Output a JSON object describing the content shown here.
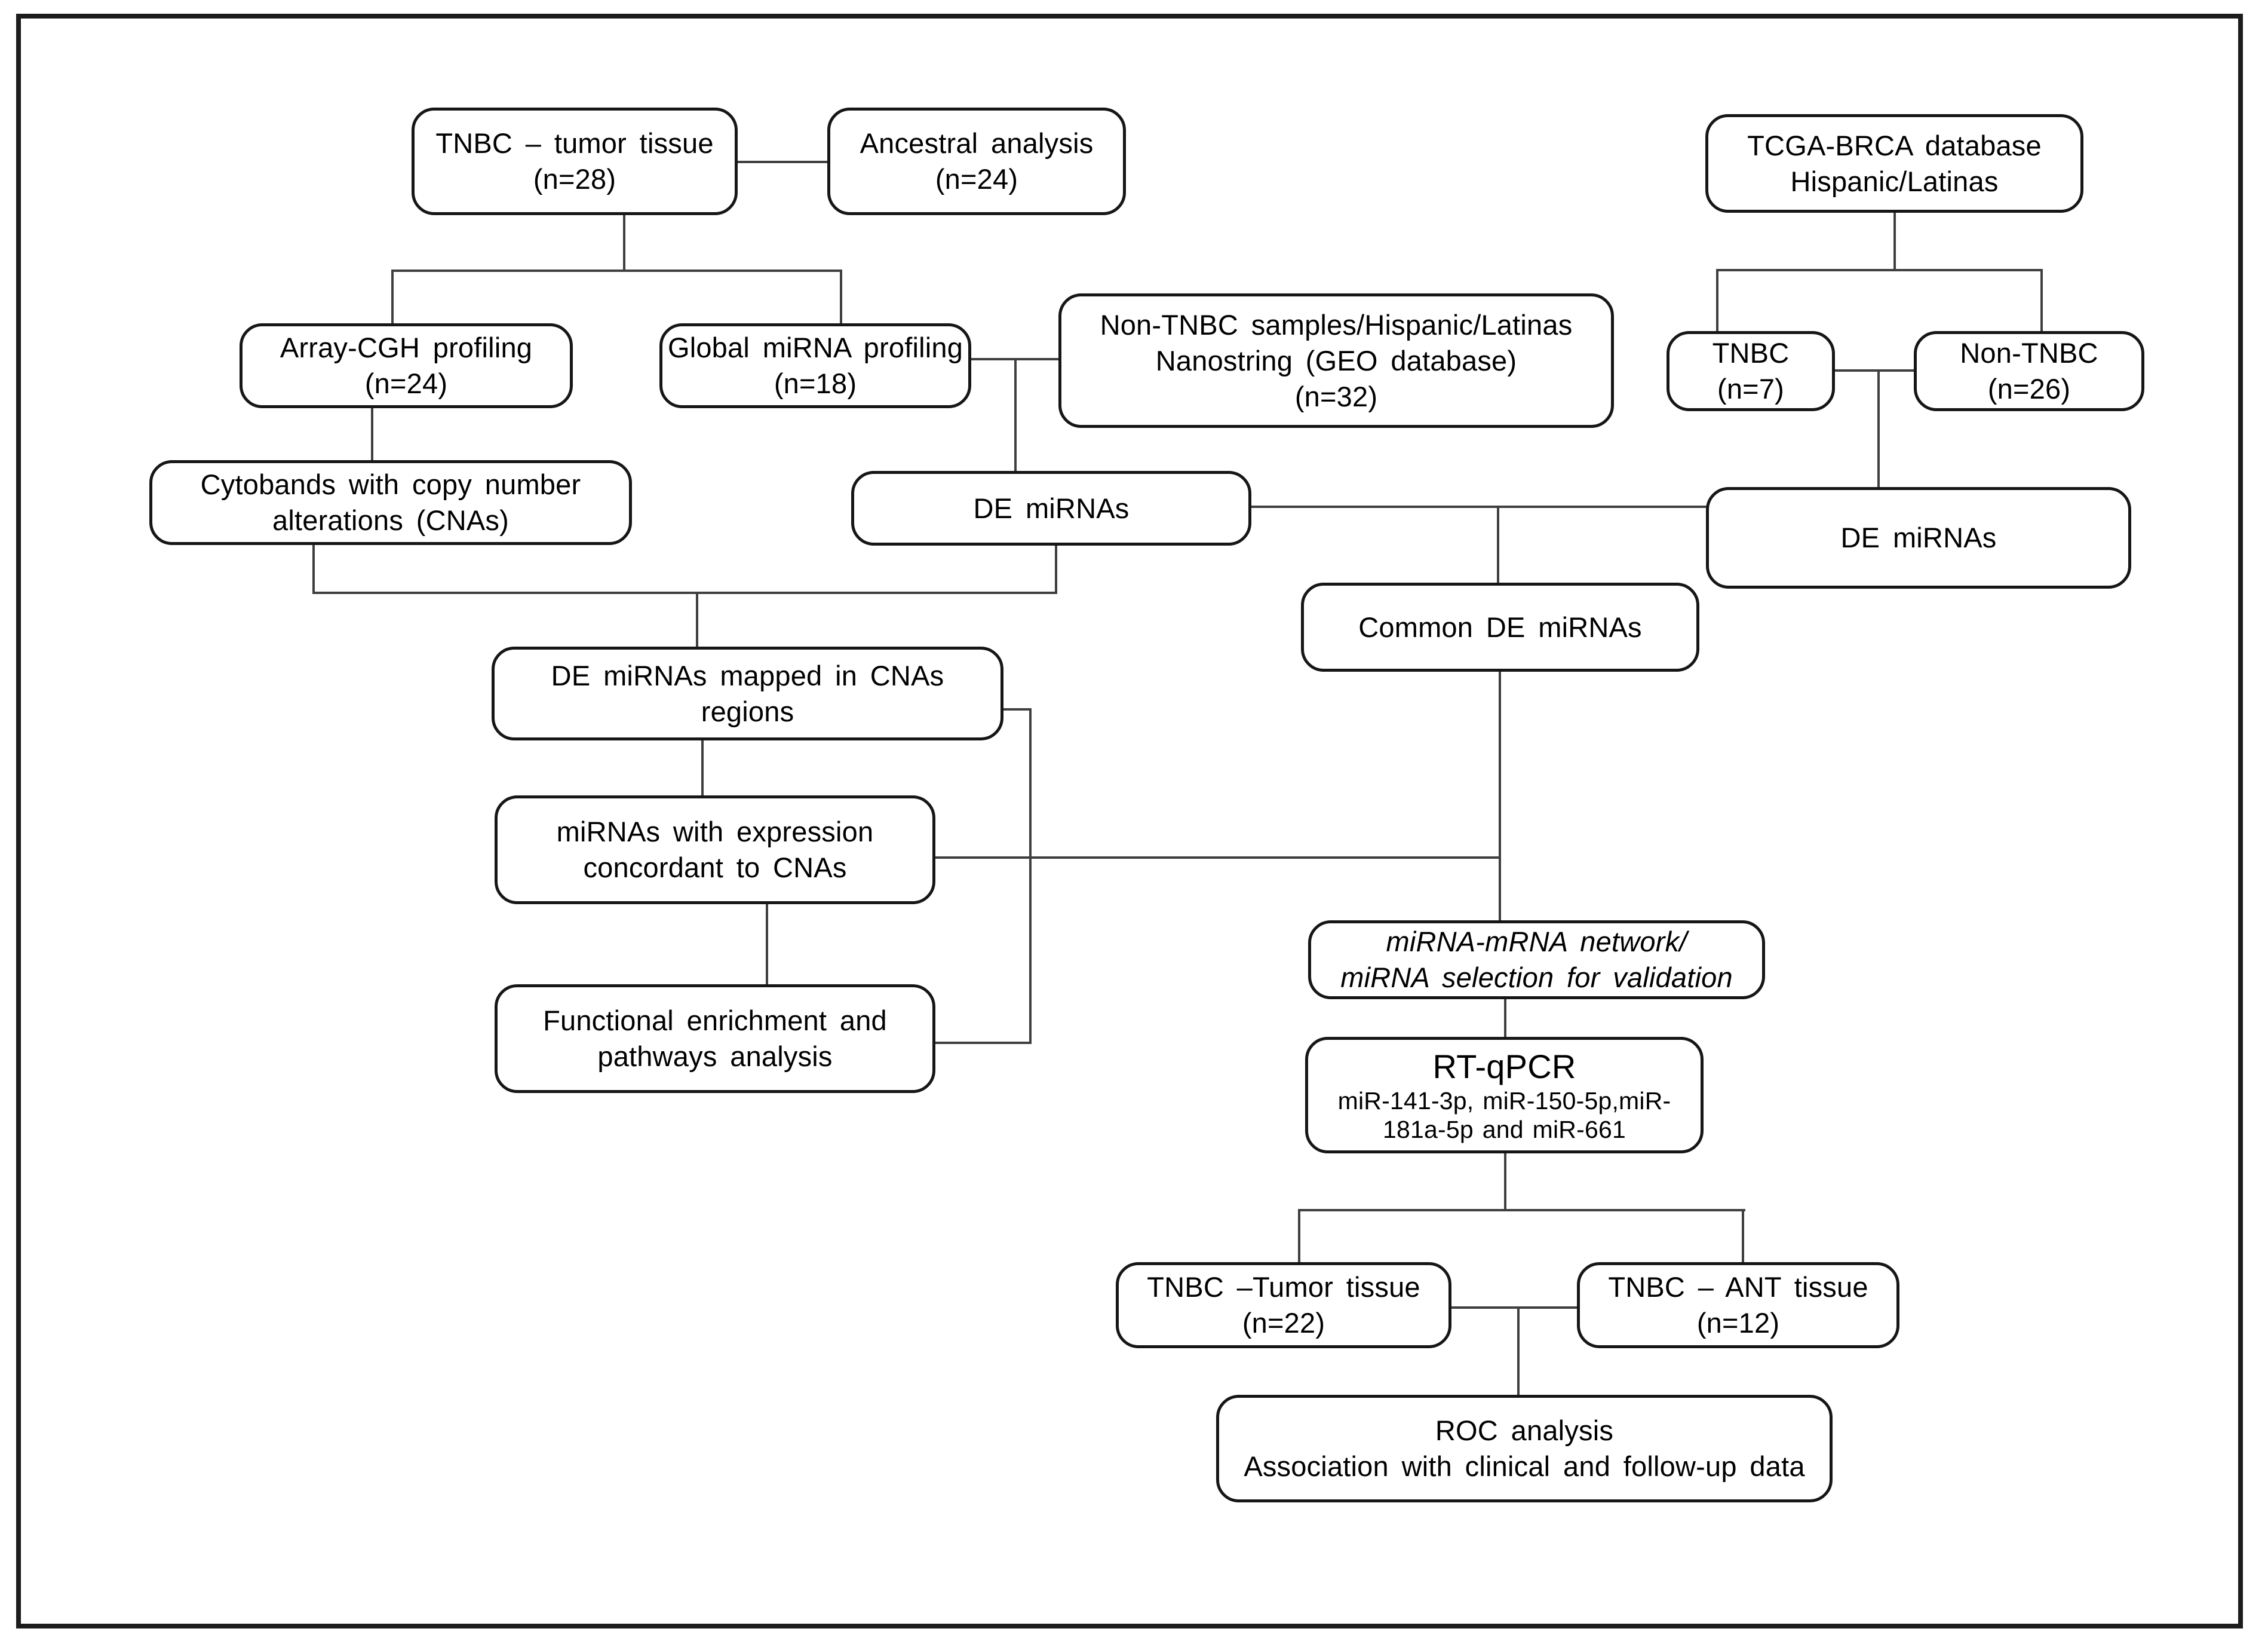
{
  "figure": {
    "background": "#ffffff",
    "frame_border_color": "#1c1c1c",
    "node_border_color": "#161616",
    "connector_color": "#3f3f3f",
    "text_color": "#000000"
  },
  "nodes": {
    "tnbc_tumor": {
      "lines": [
        "TNBC – tumor tissue",
        "(n=28)"
      ]
    },
    "ancestral": {
      "lines": [
        "Ancestral analysis",
        "(n=24)"
      ]
    },
    "tcga": {
      "lines": [
        "TCGA-BRCA database",
        "Hispanic/Latinas"
      ]
    },
    "array_cgh": {
      "lines": [
        "Array-CGH profiling",
        "(n=24)"
      ]
    },
    "global_mirna": {
      "lines": [
        "Global miRNA profiling",
        "(n=18)"
      ]
    },
    "non_tnbc_samples": {
      "lines": [
        "Non-TNBC samples/Hispanic/Latinas",
        "Nanostring (GEO database)",
        "(n=32)"
      ]
    },
    "tnbc_n7": {
      "lines": [
        "TNBC",
        "(n=7)"
      ]
    },
    "non_tnbc_n26": {
      "lines": [
        "Non-TNBC",
        "(n=26)"
      ]
    },
    "cytobands": {
      "lines": [
        "Cytobands with copy number",
        "alterations (CNAs)"
      ]
    },
    "de_mirnas_center": {
      "lines": [
        "DE miRNAs"
      ]
    },
    "de_mirnas_right": {
      "lines": [
        "DE miRNAs"
      ]
    },
    "common_de": {
      "lines": [
        "Common DE miRNAs"
      ]
    },
    "mapped": {
      "lines": [
        "DE miRNAs mapped in CNAs",
        "regions"
      ]
    },
    "concordant": {
      "lines": [
        "miRNAs with expression",
        "concordant to CNAs"
      ]
    },
    "network": {
      "lines": [
        "miRNA-mRNA network/",
        "miRNA selection for validation"
      ]
    },
    "functional": {
      "lines": [
        "Functional enrichment and",
        "pathways analysis"
      ]
    },
    "rtqpcr": {
      "title": "RT-qPCR",
      "lines": [
        "miR-141-3p, miR-150-5p,miR-",
        "181a-5p and miR-661"
      ]
    },
    "tnbc_n22": {
      "lines": [
        "TNBC –Tumor tissue",
        "(n=22)"
      ]
    },
    "tnbc_ant": {
      "lines": [
        "TNBC – ANT tissue",
        "(n=12)"
      ]
    },
    "roc": {
      "lines": [
        "ROC analysis",
        "Association with clinical and follow-up data"
      ]
    }
  }
}
